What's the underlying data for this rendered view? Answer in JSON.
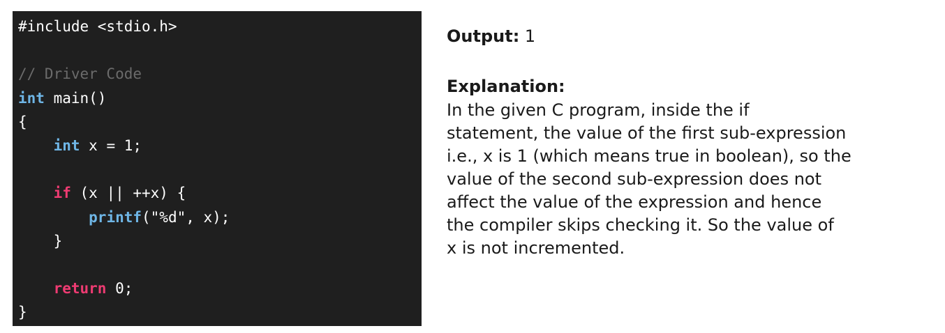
{
  "code": {
    "lines": [
      [
        {
          "t": "#include <stdio.h>",
          "k": "plain"
        }
      ],
      [],
      [
        {
          "t": "// Driver Code",
          "k": "comment"
        }
      ],
      [
        {
          "t": "int",
          "k": "type"
        },
        {
          "t": " main()",
          "k": "plain"
        }
      ],
      [
        {
          "t": "{",
          "k": "plain"
        }
      ],
      [
        {
          "t": "    ",
          "k": "plain"
        },
        {
          "t": "int",
          "k": "type"
        },
        {
          "t": " x = 1;",
          "k": "plain"
        }
      ],
      [],
      [
        {
          "t": "    ",
          "k": "plain"
        },
        {
          "t": "if",
          "k": "kw"
        },
        {
          "t": " (x || ++x) {",
          "k": "plain"
        }
      ],
      [
        {
          "t": "        ",
          "k": "plain"
        },
        {
          "t": "printf",
          "k": "fn"
        },
        {
          "t": "(\"%d\", x);",
          "k": "plain"
        }
      ],
      [
        {
          "t": "    }",
          "k": "plain"
        }
      ],
      [],
      [
        {
          "t": "    ",
          "k": "plain"
        },
        {
          "t": "return",
          "k": "kw"
        },
        {
          "t": " 0;",
          "k": "plain"
        }
      ],
      [
        {
          "t": "}",
          "k": "plain"
        }
      ]
    ]
  },
  "output": {
    "label": "Output:",
    "value": " 1"
  },
  "explanation": {
    "heading": "Explanation:",
    "lines": [
      "In the given C program, inside the if",
      "statement, the value of the first sub-expression",
      "i.e., x is 1 (which means true in boolean), so the",
      "value of the second sub-expression does not",
      "affect the value of the expression and hence",
      "the compiler skips checking it. So the value of",
      "x is not incremented."
    ]
  },
  "colors": {
    "code_background": "#1f1f1f",
    "keyword": "#ee3b72",
    "type": "#6fb6e6",
    "comment": "#6b6b6b"
  }
}
